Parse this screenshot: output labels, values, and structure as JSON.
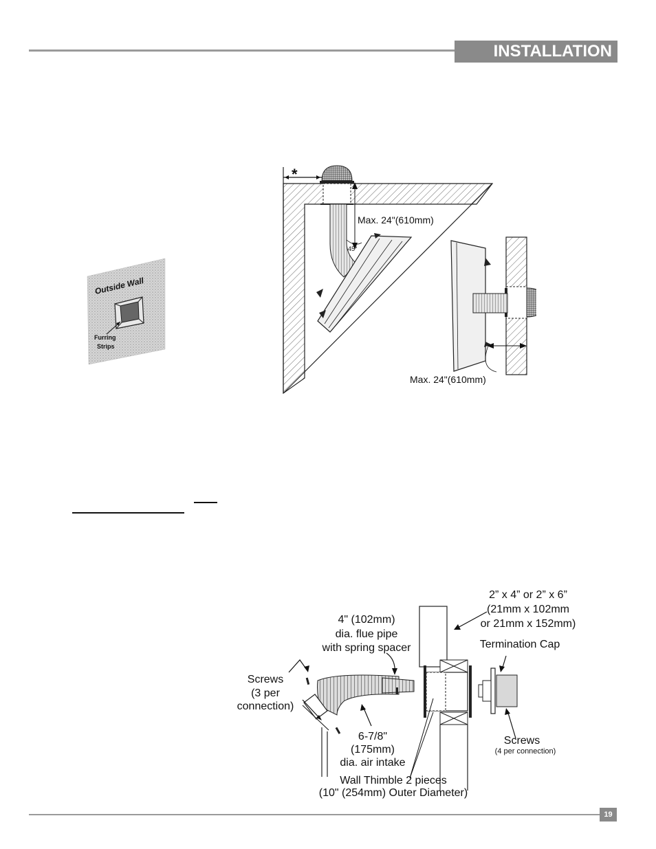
{
  "header": {
    "title": "INSTALLATION"
  },
  "footer": {
    "page_number": "19"
  },
  "figure_outside_wall": {
    "title": "Outside Wall",
    "label_line1": "Furring",
    "label_line2": "Strips"
  },
  "figure_corner": {
    "asterisk": "*",
    "max_vertical": "Max. 24\"(610mm)",
    "angle": "45°",
    "max_horizontal": "Max. 24\"(610mm)"
  },
  "figure_parts": {
    "framing_line1": "2” x 4” or 2” x 6”",
    "framing_line2": "(21mm x 102mm",
    "framing_line3": "or 21mm x 152mm)",
    "flue_line1": "4\" (102mm)",
    "flue_line2": "dia. flue pipe",
    "flue_line3": "with spring spacer",
    "termination_cap": "Termination Cap",
    "screws_line1": "Screws",
    "screws_line2": "(3 per",
    "screws_line3": "connection)",
    "intake_line1": "6-7/8\"",
    "intake_line2": "(175mm)",
    "intake_line3": "dia. air intake",
    "cap_screws_line1": "Screws",
    "cap_screws_line2": "(4 per connection)",
    "thimble_line1": "Wall Thimble 2 pieces",
    "thimble_line2": "(10\" (254mm) Outer Diameter)"
  }
}
